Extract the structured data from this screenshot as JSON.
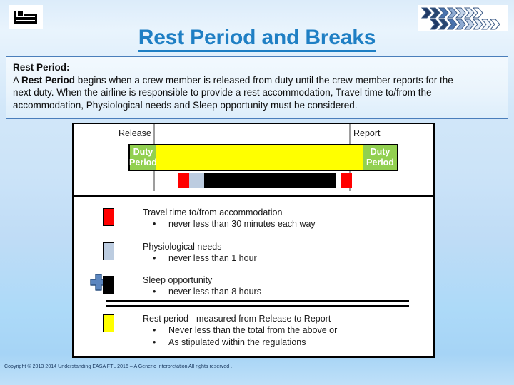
{
  "slide": {
    "title": "Rest Period and Breaks",
    "title_color": "#1f7fc4",
    "background_top_color": "#dcecfa",
    "background_bottom_color": "#a6d4f6"
  },
  "icons": {
    "bed": "bed-icon",
    "chevrons": "chevron-arrows-decoration",
    "plus": "plus-icon"
  },
  "definition": {
    "heading": "Rest Period:",
    "body_line1_pre": "A ",
    "body_line1_bold": "Rest Period",
    "body_line1_post": " begins when a crew member is released from duty until the crew member reports for the",
    "body_line2": "next duty. When the airline is responsible to provide a rest accommodation, Travel time to/from the",
    "body_line3": "accommodation, Physiological needs and Sleep opportunity must be considered."
  },
  "timeline": {
    "release_label": "Release",
    "report_label": "Report",
    "duty_left_line1": "Duty",
    "duty_left_line2": "Period",
    "duty_right_line1": "Duty",
    "duty_right_line2": "Period",
    "duty_color": "#92d050",
    "rest_color": "#ffff00",
    "segments": [
      {
        "name": "travel-out",
        "color": "#ff0000"
      },
      {
        "name": "physiological-needs",
        "color": "#bccce0"
      },
      {
        "name": "sleep-opportunity",
        "color": "#000000"
      },
      {
        "name": "travel-in",
        "color": "#ff0000"
      }
    ]
  },
  "legend": {
    "rows": [
      {
        "swatch_color": "#ff0000",
        "title": "Travel time to/from accommodation",
        "bullets": [
          "never less than 30 minutes each way"
        ]
      },
      {
        "swatch_color": "#bccce0",
        "title": "Physiological needs",
        "bullets": [
          "never less than 1 hour"
        ]
      },
      {
        "swatch_color": "#000000",
        "title": "Sleep opportunity",
        "bullets": [
          "never less than 8 hours"
        ]
      },
      {
        "swatch_color": "#ffff00",
        "title": "Rest period - measured from Release to Report",
        "bullets": [
          "Never less than the total from the above or",
          "As stipulated within the regulations"
        ]
      }
    ],
    "bullet_glyph": "•"
  },
  "footer": {
    "text": "Copyright © 2013 2014 Understanding EASA FTL 2016 – A Generic Interpretation All rights reserved ."
  }
}
